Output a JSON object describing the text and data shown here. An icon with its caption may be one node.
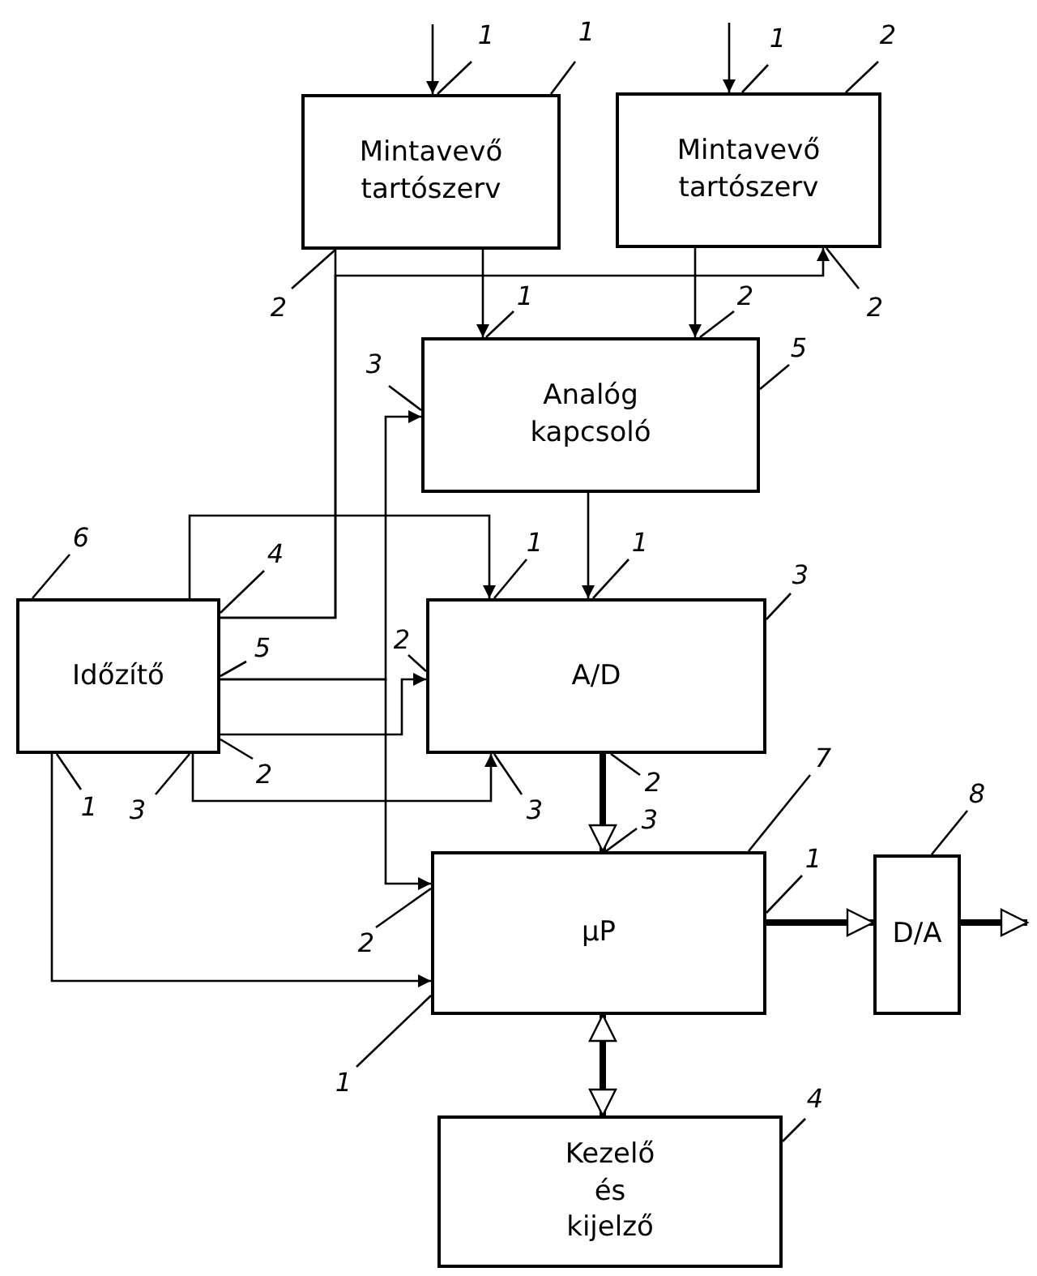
{
  "diagram": {
    "nodes": [
      {
        "text": [
          "Mintavevő tartószerv"
        ]
      },
      {
        "text": [
          "Mintavevő tartószerv"
        ]
      },
      {
        "text": [
          "Analóg kapcsoló"
        ]
      },
      {
        "text": [
          "Időzítő"
        ]
      },
      {
        "text": [
          "A/D"
        ]
      },
      {
        "text": [
          "µP"
        ]
      },
      {
        "text": [
          "D/A"
        ]
      },
      {
        "text": [
          "Kezelő és kijelző"
        ]
      },
      {
        "text": [
          "1"
        ]
      },
      {
        "text": [
          "1"
        ]
      },
      {
        "text": [
          "2"
        ]
      },
      {
        "text": [
          "1"
        ]
      },
      {
        "text": [
          "1"
        ]
      },
      {
        "text": [
          "2"
        ]
      },
      {
        "text": [
          "2"
        ]
      },
      {
        "text": [
          "2"
        ]
      },
      {
        "text": [
          "3"
        ]
      },
      {
        "text": [
          "5"
        ]
      },
      {
        "text": [
          "6"
        ]
      },
      {
        "text": [
          "4"
        ]
      },
      {
        "text": [
          "5"
        ]
      },
      {
        "text": [
          "2"
        ]
      },
      {
        "text": [
          "3"
        ]
      },
      {
        "text": [
          "1"
        ]
      },
      {
        "text": [
          "1"
        ]
      },
      {
        "text": [
          "1"
        ]
      },
      {
        "text": [
          "3"
        ]
      },
      {
        "text": [
          "2"
        ]
      },
      {
        "text": [
          "3"
        ]
      },
      {
        "text": [
          "2"
        ]
      },
      {
        "text": [
          "3"
        ]
      },
      {
        "text": [
          "7"
        ]
      },
      {
        "text": [
          "1"
        ]
      },
      {
        "text": [
          "2"
        ]
      },
      {
        "text": [
          "1"
        ]
      },
      {
        "text": [
          "8"
        ]
      },
      {
        "text": [
          "4"
        ]
      }
    ],
    "edges": [
      {
        "from": null,
        "to": 0,
        "arrow": "to"
      },
      {
        "from": null,
        "to": 1,
        "arrow": "to"
      },
      {
        "from": 0,
        "to": 2,
        "arrow": "to"
      },
      {
        "from": 1,
        "to": 2,
        "arrow": "to"
      },
      {
        "from": 3,
        "to": 0,
        "arrow": "none"
      },
      {
        "from": 3,
        "to": 1,
        "arrow": "to"
      },
      {
        "from": 3,
        "to": 4,
        "arrow": "to"
      },
      {
        "from": 2,
        "to": 4,
        "arrow": "to"
      },
      {
        "from": 3,
        "to": 2,
        "arrow": "to"
      },
      {
        "from": 3,
        "to": 5,
        "arrow": "to"
      },
      {
        "from": 3,
        "to": 4,
        "arrow": "to"
      },
      {
        "from": 3,
        "to": 4,
        "arrow": "to"
      },
      {
        "from": 3,
        "to": 5,
        "arrow": "to"
      },
      {
        "from": 4,
        "to": 5,
        "arrow": "to",
        "style": "thick"
      },
      {
        "from": 5,
        "to": 6,
        "arrow": "to",
        "style": "thick"
      },
      {
        "from": 6,
        "to": null,
        "arrow": "to",
        "style": "thick"
      },
      {
        "from": 5,
        "to": 7,
        "arrow": "both",
        "style": "thick"
      },
      {
        "from": 8,
        "to": 0,
        "arrow": "none"
      },
      {
        "from": 9,
        "to": 0,
        "arrow": "none"
      },
      {
        "from": 10,
        "to": 0,
        "arrow": "none"
      },
      {
        "from": 11,
        "to": 2,
        "arrow": "none"
      },
      {
        "from": 12,
        "to": 1,
        "arrow": "none"
      },
      {
        "from": 13,
        "to": 1,
        "arrow": "none"
      },
      {
        "from": 14,
        "to": 2,
        "arrow": "none"
      },
      {
        "from": 15,
        "to": 1,
        "arrow": "none"
      },
      {
        "from": 16,
        "to": 2,
        "arrow": "none"
      },
      {
        "from": 17,
        "to": 2,
        "arrow": "none"
      },
      {
        "from": 18,
        "to": 3,
        "arrow": "none"
      },
      {
        "from": 19,
        "to": 3,
        "arrow": "none"
      },
      {
        "from": 20,
        "to": 3,
        "arrow": "none"
      },
      {
        "from": 21,
        "to": 3,
        "arrow": "none"
      },
      {
        "from": 22,
        "to": 3,
        "arrow": "none"
      },
      {
        "from": 23,
        "to": 3,
        "arrow": "none"
      },
      {
        "from": 24,
        "to": 4,
        "arrow": "none"
      },
      {
        "from": 25,
        "to": 4,
        "arrow": "none"
      },
      {
        "from": 26,
        "to": 4,
        "arrow": "none"
      },
      {
        "from": 27,
        "to": 4,
        "arrow": "none"
      },
      {
        "from": 28,
        "to": 4,
        "arrow": "none"
      },
      {
        "from": 29,
        "to": 4,
        "arrow": "none"
      },
      {
        "from": 30,
        "to": 5,
        "arrow": "none"
      },
      {
        "from": 31,
        "to": 5,
        "arrow": "none"
      },
      {
        "from": 32,
        "to": 5,
        "arrow": "none"
      },
      {
        "from": 33,
        "to": 5,
        "arrow": "none"
      },
      {
        "from": 34,
        "to": 5,
        "arrow": "none"
      },
      {
        "from": 35,
        "to": 6,
        "arrow": "none"
      },
      {
        "from": 36,
        "to": 7,
        "arrow": "none"
      }
    ]
  }
}
